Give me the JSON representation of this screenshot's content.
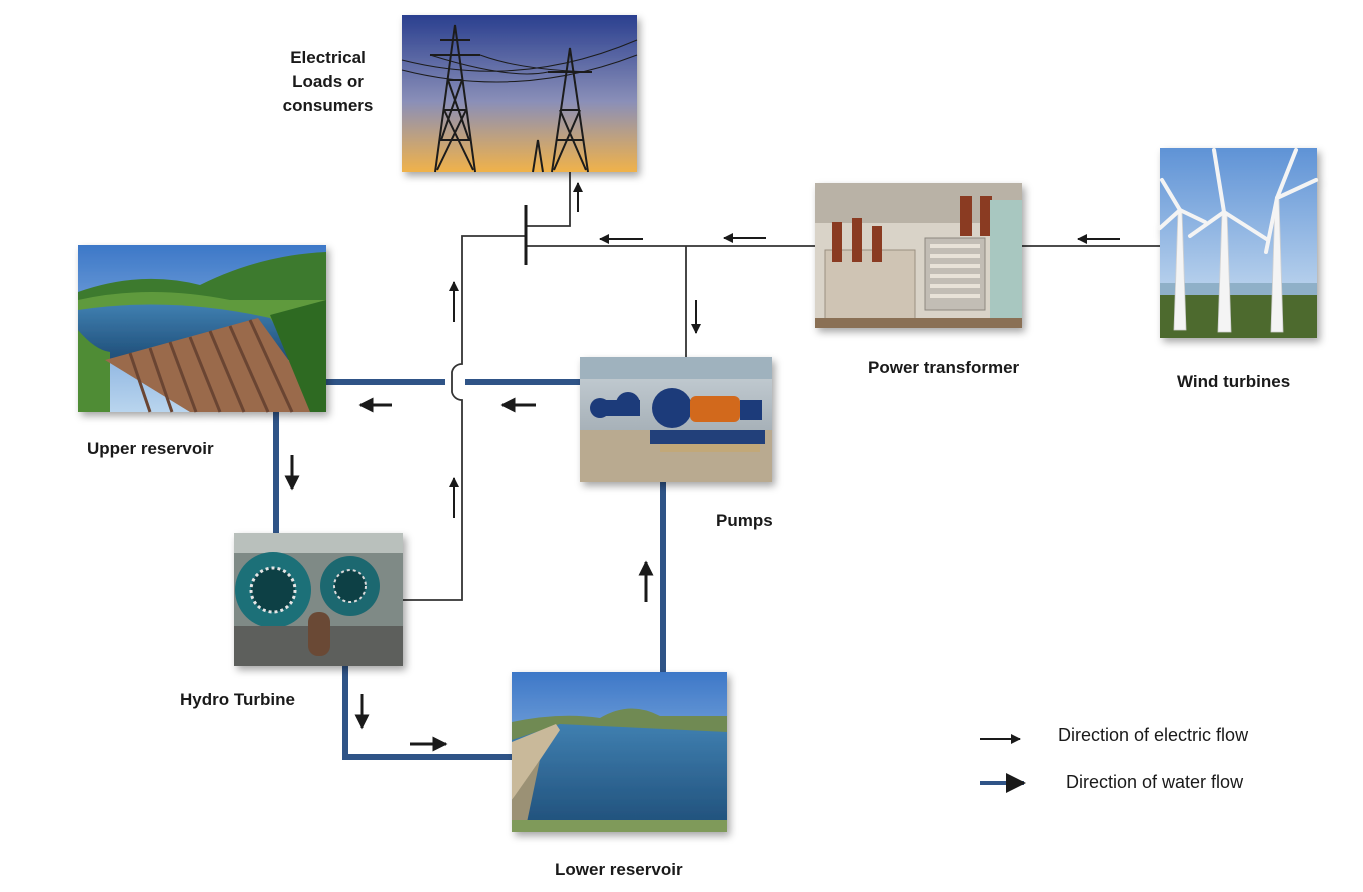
{
  "nodes": {
    "loads": {
      "label_lines": [
        "Electrical",
        "Loads or",
        "consumers"
      ]
    },
    "transformer": {
      "label": "Power transformer"
    },
    "wind": {
      "label": "Wind turbines"
    },
    "upper": {
      "label": "Upper reservoir"
    },
    "pumps": {
      "label": "Pumps"
    },
    "turbine": {
      "label": "Hydro Turbine"
    },
    "lower": {
      "label": "Lower reservoir"
    }
  },
  "legend": {
    "electric": "Direction of electric flow",
    "water": "Direction of water flow"
  },
  "colors": {
    "water_line": "#2f5487",
    "electric_line": "#333333",
    "arrow": "#1a1a1a"
  },
  "icons": {
    "loads": "transmission-tower-icon",
    "transformer": "transformer-icon",
    "wind": "wind-turbine-icon",
    "upper": "dam-icon",
    "pumps": "pump-icon",
    "turbine": "hydro-turbine-icon",
    "lower": "lower-reservoir-icon"
  }
}
